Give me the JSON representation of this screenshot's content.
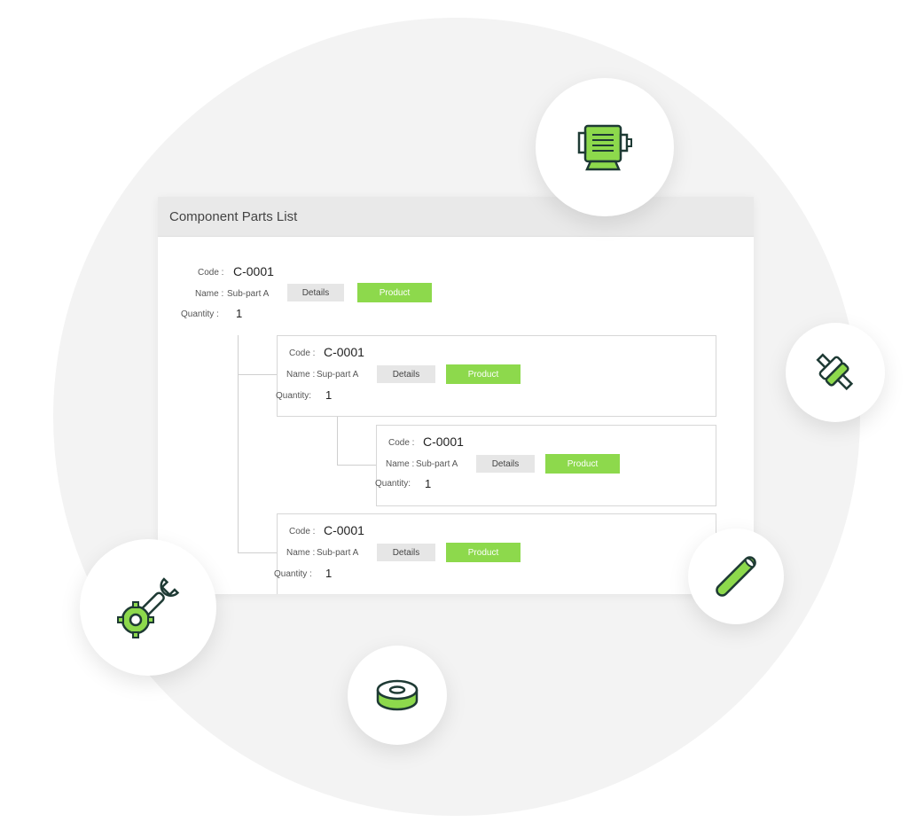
{
  "panel": {
    "title": "Component Parts List"
  },
  "parts": [
    {
      "code_label": "Code :",
      "code": "C-0001",
      "name_label": "Name :",
      "name": "Sub-part A",
      "quantity_label": "Quantity :",
      "quantity": "1",
      "details_label": "Details",
      "product_label": "Product"
    },
    {
      "code_label": "Code :",
      "code": "C-0001",
      "name_label": "Name :",
      "name": "Sup-part A",
      "quantity_label": "Quantity:",
      "quantity": "1",
      "details_label": "Details",
      "product_label": "Product"
    },
    {
      "code_label": "Code :",
      "code": "C-0001",
      "name_label": "Name :",
      "name": "Sub-part A",
      "quantity_label": "Quantity:",
      "quantity": "1",
      "details_label": "Details",
      "product_label": "Product"
    },
    {
      "code_label": "Code :",
      "code": "C-0001",
      "name_label": "Name :",
      "name": "Sub-part A",
      "quantity_label": "Quantity :",
      "quantity": "1",
      "details_label": "Details",
      "product_label": "Product"
    }
  ],
  "icons": [
    "motor-icon",
    "coupling-icon",
    "rod-icon",
    "gear-wrench-icon",
    "washer-icon"
  ],
  "colors": {
    "accent": "#8dd94c",
    "icon_green": "#7ed957",
    "icon_dark": "#1e3a34",
    "background_circle": "#f3f3f3",
    "header_bg": "#e9e9e9"
  }
}
